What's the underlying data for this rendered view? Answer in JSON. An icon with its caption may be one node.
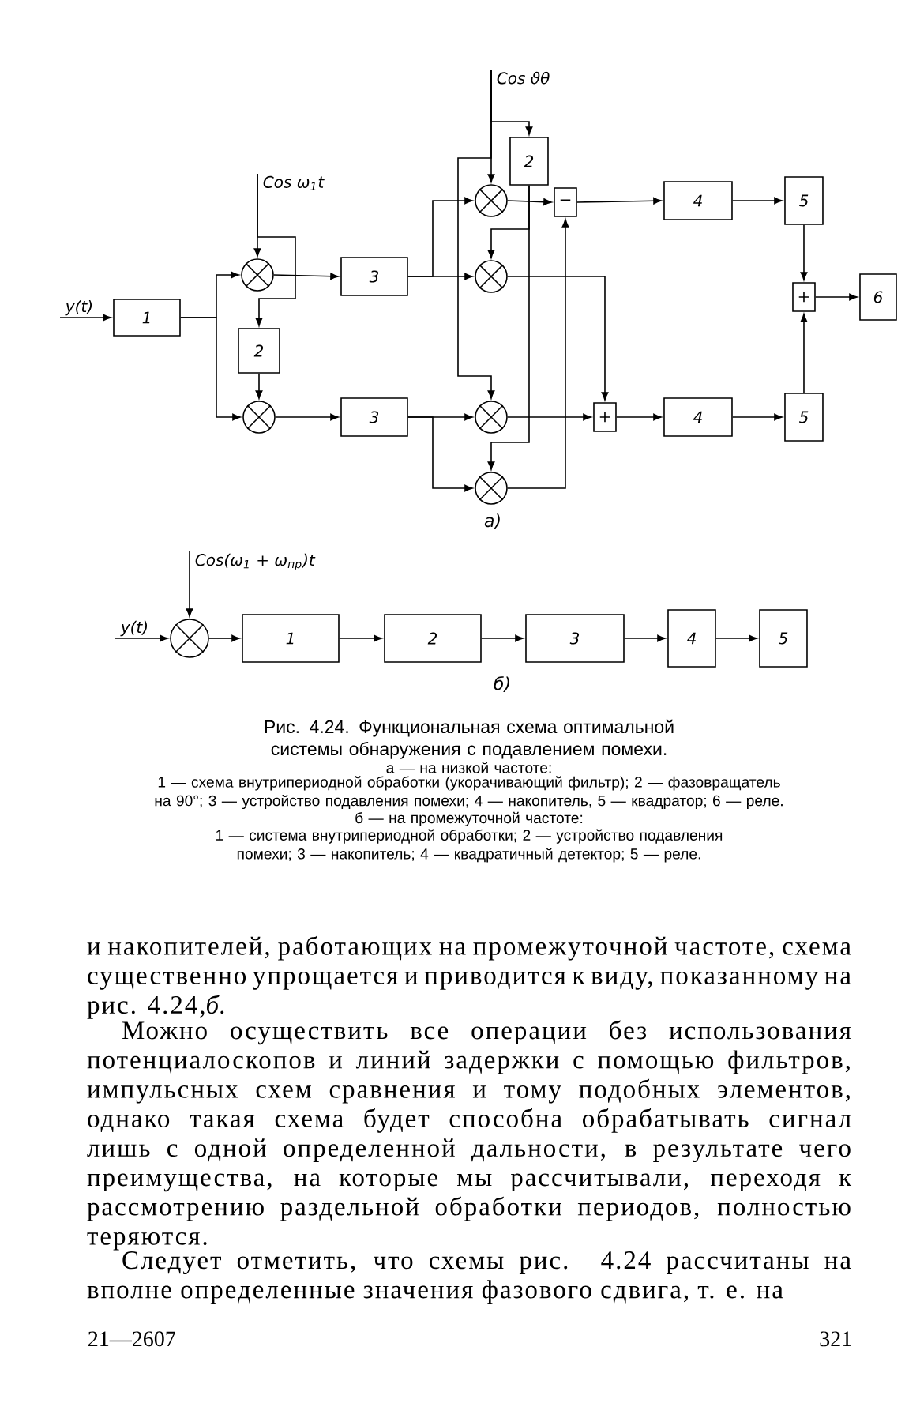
{
  "diagram": {
    "caption": "Рис. 4.24. Функциональная схема оптимальной системы обнаружения с подавлением помехи.",
    "nodes": [
      {
        "text": [
          "y(t)"
        ]
      },
      {
        "text": [
          "1"
        ]
      },
      {
        "text": [
          "Cos ω$_{1}$t"
        ]
      },
      {
        "text": [],
        "shape": "circle"
      },
      {
        "text": [
          "2"
        ]
      },
      {
        "text": [],
        "shape": "circle"
      },
      {
        "text": [
          "3"
        ]
      },
      {
        "text": [
          "3"
        ]
      },
      {
        "text": [
          "Cos ϑθ"
        ]
      },
      {
        "text": [
          "2"
        ]
      },
      {
        "text": [],
        "shape": "circle"
      },
      {
        "text": [],
        "shape": "circle"
      },
      {
        "text": [],
        "shape": "circle"
      },
      {
        "text": [],
        "shape": "circle"
      },
      {
        "text": [
          "−"
        ]
      },
      {
        "text": [
          "+"
        ]
      },
      {
        "text": [
          "4"
        ]
      },
      {
        "text": [
          "4"
        ]
      },
      {
        "text": [
          "5"
        ]
      },
      {
        "text": [
          "5"
        ]
      },
      {
        "text": [
          "+"
        ]
      },
      {
        "text": [
          "6"
        ]
      },
      {
        "text": [
          "y(t)"
        ]
      },
      {
        "text": [
          "Cos(ω$_{1}$ + ω$_{пр}$)t"
        ]
      },
      {
        "text": [],
        "shape": "circle"
      },
      {
        "text": [
          "1"
        ]
      },
      {
        "text": [
          "2"
        ]
      },
      {
        "text": [
          "3"
        ]
      },
      {
        "text": [
          "4"
        ]
      },
      {
        "text": [
          "5"
        ]
      }
    ],
    "edges": [
      {
        "from": 0,
        "to": 1,
        "arrow": "to"
      },
      {
        "from": 1,
        "to": 3,
        "arrow": "to"
      },
      {
        "from": 1,
        "to": 5,
        "arrow": "to"
      },
      {
        "from": 2,
        "to": 3,
        "arrow": "to"
      },
      {
        "from": 2,
        "to": 4,
        "arrow": "to"
      },
      {
        "from": 4,
        "to": 5,
        "arrow": "to"
      },
      {
        "from": 3,
        "to": 6,
        "arrow": "to"
      },
      {
        "from": 5,
        "to": 7,
        "arrow": "to"
      },
      {
        "from": 6,
        "to": 10,
        "arrow": "to"
      },
      {
        "from": 6,
        "to": 11,
        "arrow": "to"
      },
      {
        "from": 7,
        "to": 12,
        "arrow": "to"
      },
      {
        "from": 7,
        "to": 13,
        "arrow": "to"
      },
      {
        "from": 8,
        "to": 10,
        "arrow": "to"
      },
      {
        "from": 8,
        "to": 9,
        "arrow": "to"
      },
      {
        "from": 8,
        "to": 12,
        "arrow": "to"
      },
      {
        "from": 9,
        "to": 11,
        "arrow": "to"
      },
      {
        "from": 9,
        "to": 13,
        "arrow": "to"
      },
      {
        "from": 10,
        "to": 14,
        "arrow": "to"
      },
      {
        "from": 13,
        "to": 14,
        "arrow": "to"
      },
      {
        "from": 11,
        "to": 15,
        "arrow": "to"
      },
      {
        "from": 12,
        "to": 15,
        "arrow": "to"
      },
      {
        "from": 14,
        "to": 16,
        "arrow": "to"
      },
      {
        "from": 15,
        "to": 17,
        "arrow": "to"
      },
      {
        "from": 16,
        "to": 18,
        "arrow": "to"
      },
      {
        "from": 17,
        "to": 19,
        "arrow": "to"
      },
      {
        "from": 18,
        "to": 20,
        "arrow": "to"
      },
      {
        "from": 19,
        "to": 20,
        "arrow": "to"
      },
      {
        "from": 20,
        "to": 21,
        "arrow": "to"
      },
      {
        "from": 22,
        "to": 24,
        "arrow": "to"
      },
      {
        "from": 23,
        "to": 24,
        "arrow": "to"
      },
      {
        "from": 24,
        "to": 25,
        "arrow": "to"
      },
      {
        "from": 25,
        "to": 26,
        "arrow": "to"
      },
      {
        "from": 26,
        "to": 27,
        "arrow": "to"
      },
      {
        "from": 27,
        "to": 28,
        "arrow": "to"
      },
      {
        "from": 28,
        "to": 29,
        "arrow": "to"
      }
    ],
    "labels": [
      "а)",
      "б)",
      "а — на низкой частоте:",
      "1 — схема внутрипериодной обработки (укорачивающий фильтр); 2 — фазовращатель на 90°; 3 — устройство подавления помехи; 4 — накопитель, 5 — квадратор; 6 — реле.",
      "б — на промежуточной частоте:",
      "1 — система внутрипериодной обработки; 2 — устройство подавления помехи; 3 — накопитель; 4 — квадратичный детектор; 5 — реле.",
      "и накопителей, работающих на промежуточной частоте, схема существенно упрощается и приводится к виду, показанному на рис. 4.24,*б*.",
      "Можно осуществить все операции без использования потенциалоскопов и линий задержки с помощью фильтров, импульсных схем сравнения и тому подобных элементов, однако такая схема будет способна обрабатывать сигнал лишь с одной определенной дальности, в результате чего преимущества, на которые мы рассчитывали, переходя к рассмотрению раздельной обработки периодов, полностью теряются.",
      "Следует отметить, что схемы рис. 4.24 рассчитаны на вполне определенные значения фазового сдвига, т. е. на",
      "21—2607",
      "321"
    ]
  }
}
